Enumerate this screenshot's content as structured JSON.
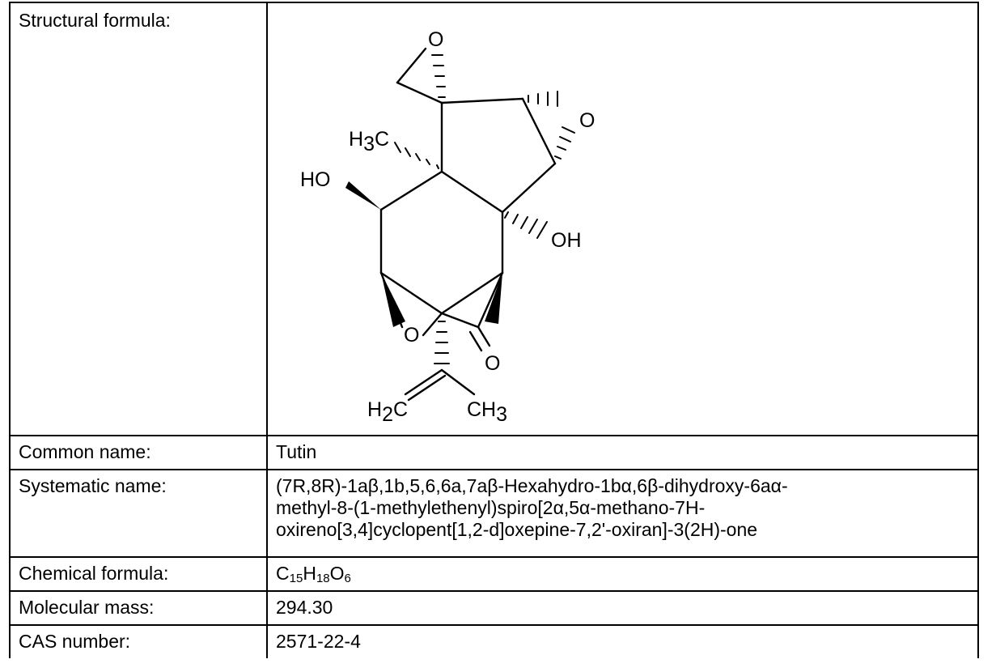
{
  "rows": {
    "structural_formula": {
      "label": "Structural formula:"
    },
    "common_name": {
      "label": "Common name:",
      "value": "Tutin"
    },
    "systematic_name": {
      "label": "Systematic name:",
      "lines": [
        "(7R,8R)-1aβ,1b,5,6,6a,7aβ-Hexahydro-1bα,6β-dihydroxy-6aα-",
        "methyl-8-(1-methylethenyl)spiro[2α,5α-methano-7H-",
        "oxireno[3,4]cyclopent[1,2-d]oxepine-7,2'-oxiran]-3(2H)-one"
      ]
    },
    "chemical_formula": {
      "label": "Chemical formula:",
      "parts": {
        "c": "C",
        "c_n": "15",
        "h": "H",
        "h_n": "18",
        "o": "O",
        "o_n": "6"
      }
    },
    "molecular_mass": {
      "label": "Molecular mass:",
      "value": "294.30"
    },
    "cas_number": {
      "label": "CAS number:",
      "value": "2571-22-4"
    }
  },
  "structure": {
    "atoms": {
      "o_epox_top": "O",
      "o_epox_right": "O",
      "h3c_h": "H",
      "h3c_n": "3",
      "h3c_c": "C",
      "ho": "HO",
      "oh": "OH",
      "o_ring": "O",
      "o_carbonyl": "O",
      "h2c_h": "H",
      "h2c_n": "2",
      "h2c_c": "C",
      "ch3_ch": "CH",
      "ch3_n": "3"
    }
  }
}
